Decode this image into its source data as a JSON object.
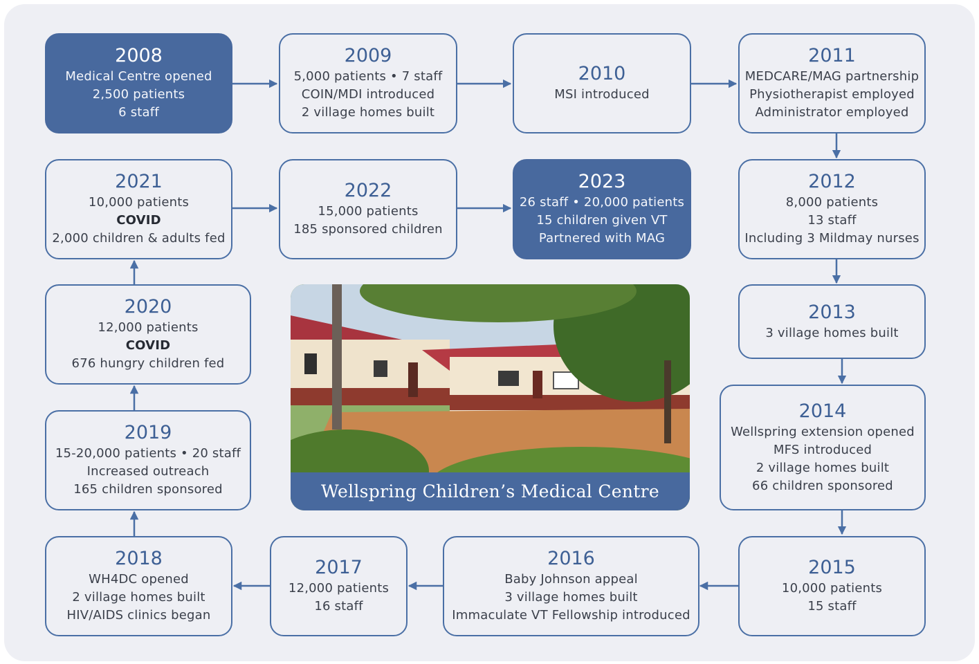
{
  "milestones": {
    "y2008": {
      "year": "2008",
      "lines": [
        "Medical Centre opened",
        "2,500 patients",
        "6 staff"
      ]
    },
    "y2009": {
      "year": "2009",
      "lines": [
        "5,000 patients • 7 staff",
        "COIN/MDI introduced",
        "2 village homes built"
      ]
    },
    "y2010": {
      "year": "2010",
      "lines": [
        "MSI introduced"
      ]
    },
    "y2011": {
      "year": "2011",
      "lines": [
        "MEDCARE/MAG partnership",
        "Physiotherapist employed",
        "Administrator employed"
      ]
    },
    "y2012": {
      "year": "2012",
      "lines": [
        "8,000 patients",
        "13 staff",
        "Including 3 Mildmay nurses"
      ]
    },
    "y2013": {
      "year": "2013",
      "lines": [
        "3 village homes built"
      ]
    },
    "y2014": {
      "year": "2014",
      "lines": [
        "Wellspring extension opened",
        "MFS introduced",
        "2 village homes built",
        "66 children sponsored"
      ]
    },
    "y2015": {
      "year": "2015",
      "lines": [
        "10,000 patients",
        "15 staff"
      ]
    },
    "y2016": {
      "year": "2016",
      "lines": [
        "Baby Johnson appeal",
        "3 village homes built",
        "Immaculate VT Fellowship introduced"
      ]
    },
    "y2017": {
      "year": "2017",
      "lines": [
        "12,000 patients",
        "16 staff"
      ]
    },
    "y2018": {
      "year": "2018",
      "lines": [
        "WH4DC opened",
        "2 village homes built",
        "HIV/AIDS clinics began"
      ]
    },
    "y2019": {
      "year": "2019",
      "lines": [
        "15-20,000 patients • 20 staff",
        "Increased outreach",
        "165 children sponsored"
      ]
    },
    "y2020": {
      "year": "2020",
      "lines": [
        "12,000 patients",
        "COVID",
        "676 hungry children fed"
      ]
    },
    "y2021": {
      "year": "2021",
      "lines": [
        "10,000 patients",
        "COVID",
        "2,000 children & adults fed"
      ]
    },
    "y2022": {
      "year": "2022",
      "lines": [
        "15,000 patients",
        "185 sponsored children"
      ]
    },
    "y2023": {
      "year": "2023",
      "lines": [
        "26 staff • 20,000 patients",
        "15 children given VT",
        "Partnered with MAG"
      ]
    }
  },
  "photo": {
    "caption": "Wellspring Children’s Medical Centre"
  },
  "colors": {
    "accent": "#48699e",
    "border": "#4a6fa5",
    "panel": "#eeeff4"
  }
}
